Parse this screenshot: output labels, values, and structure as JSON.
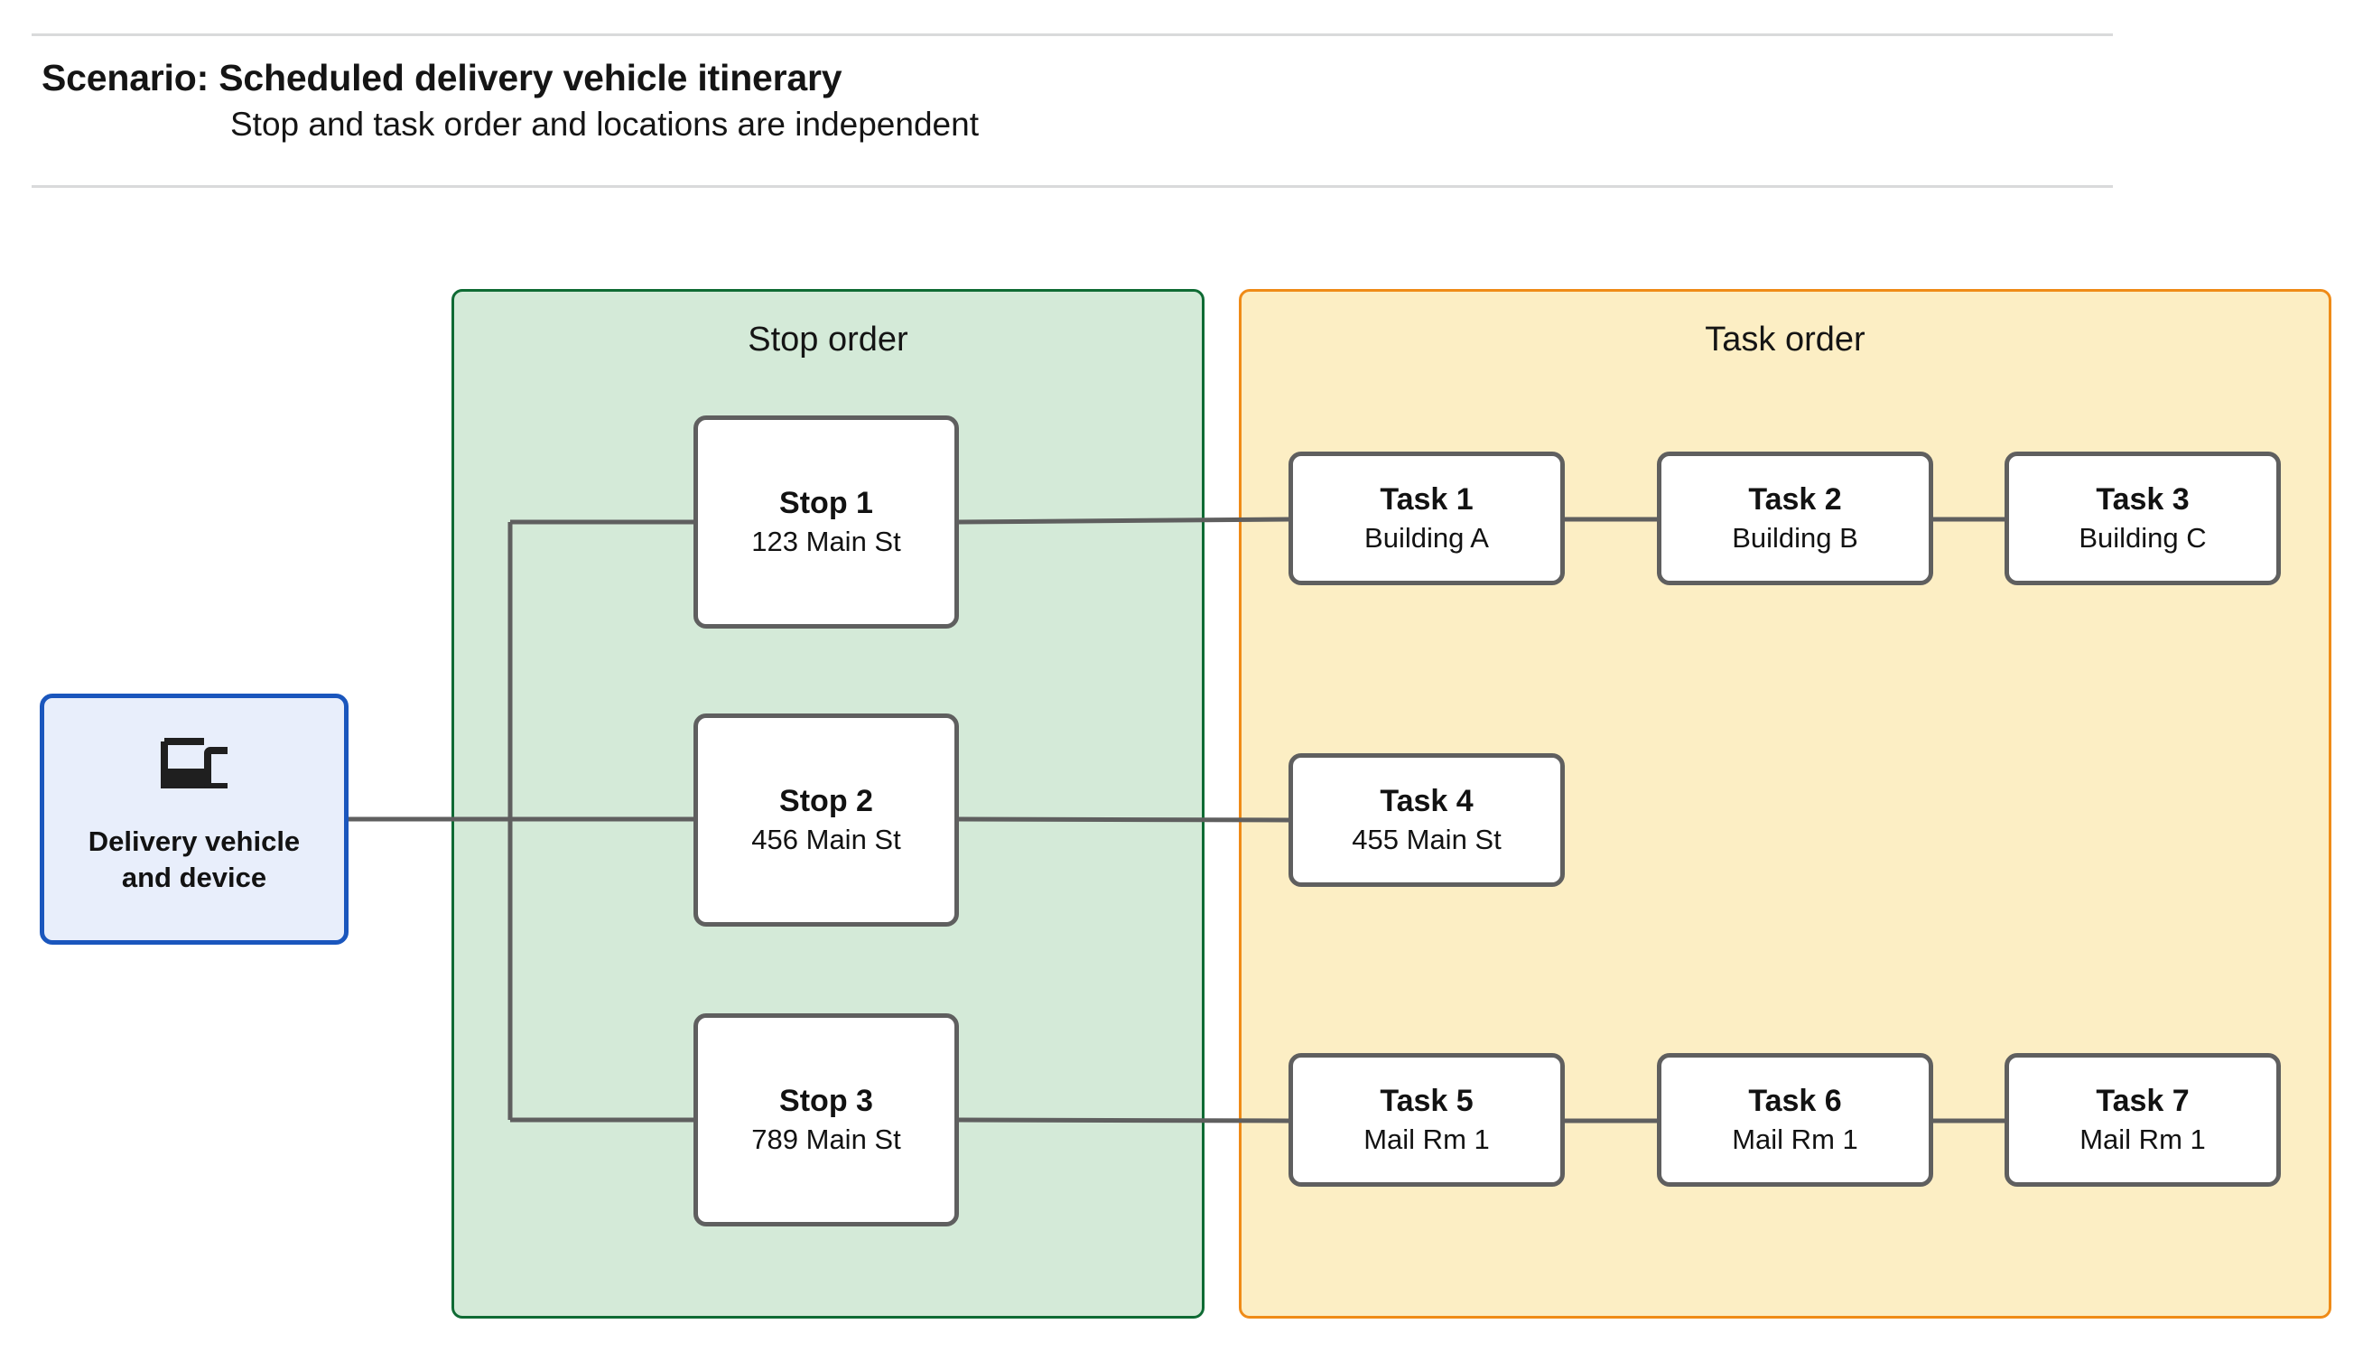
{
  "header": {
    "title": "Scenario: Scheduled delivery vehicle itinerary",
    "subtitle": "Stop and task order and locations are independent"
  },
  "vehicle": {
    "label": "Delivery vehicle\nand device",
    "icon": "devices-icon",
    "fill_color": "#e8eefb",
    "border_color": "#1a56bd"
  },
  "panels": {
    "stop_order": {
      "title": "Stop order",
      "fill_color": "#d4ead8",
      "border_color": "#0f6b34"
    },
    "task_order": {
      "title": "Task order",
      "fill_color": "#fceec4",
      "border_color": "#ef8b17"
    }
  },
  "stops": [
    {
      "title": "Stop 1",
      "location": "123 Main St"
    },
    {
      "title": "Stop 2",
      "location": "456 Main St"
    },
    {
      "title": "Stop 3",
      "location": "789 Main St"
    }
  ],
  "task_rows": [
    [
      {
        "title": "Task 1",
        "location": "Building A"
      },
      {
        "title": "Task 2",
        "location": "Building B"
      },
      {
        "title": "Task 3",
        "location": "Building C"
      }
    ],
    [
      {
        "title": "Task 4",
        "location": "455 Main St"
      }
    ],
    [
      {
        "title": "Task 5",
        "location": "Mail Rm 1"
      },
      {
        "title": "Task 6",
        "location": "Mail Rm 1"
      },
      {
        "title": "Task 7",
        "location": "Mail Rm 1"
      }
    ]
  ],
  "connector_color": "#5f5f5f",
  "node_border_color": "#5f5f5f",
  "divider_color": "#d9dadb"
}
